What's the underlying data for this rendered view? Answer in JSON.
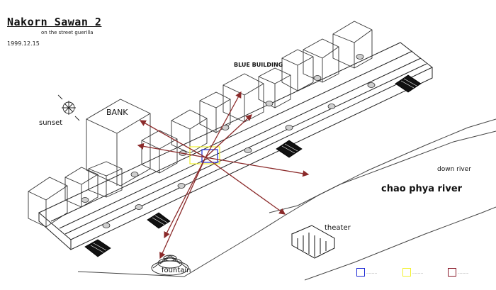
{
  "header": {
    "title": "Nakorn Sawan 2",
    "subtitle": "on the street guerilla",
    "date": "1999.12.15"
  },
  "labels": {
    "blue_building": "BLUE BUILDING",
    "bank": "BANK",
    "sunset": "sunset",
    "down_river": "down river",
    "river": "chao phya river",
    "theater": "theater",
    "fountain": "fountain"
  },
  "legend": {
    "items": [
      {
        "color": "#1f2bd6",
        "label": "............"
      },
      {
        "color": "#f2f230",
        "label": "............"
      },
      {
        "color": "#8a1a2a",
        "label": "............"
      }
    ]
  },
  "colors": {
    "lines": "#222222",
    "arrows": "#8b2a2a",
    "highlight_blue": "#1f2bd6",
    "highlight_yellow": "#f2f230"
  }
}
